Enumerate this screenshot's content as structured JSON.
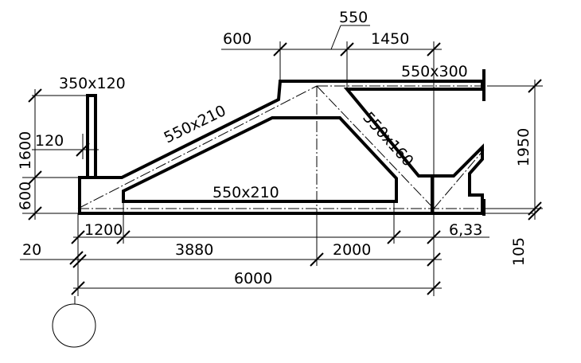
{
  "dimensions": {
    "top_600": "600",
    "top_550": "550",
    "top_1450": "1450",
    "left_1600": "1600",
    "left_120": "120",
    "left_600": "600",
    "right_1950": "1950",
    "right_105": "105",
    "bottom_1200": "1200",
    "bottom_20": "20",
    "bottom_3880": "3880",
    "bottom_2000": "2000",
    "bottom_633": "6,33",
    "bottom_6000": "6000"
  },
  "members": {
    "post": "350x120",
    "top_chord": "550x300",
    "left_rafter": "550x210",
    "right_brace": "550x160",
    "bottom_chord": "550x210"
  },
  "axis_marker": ""
}
